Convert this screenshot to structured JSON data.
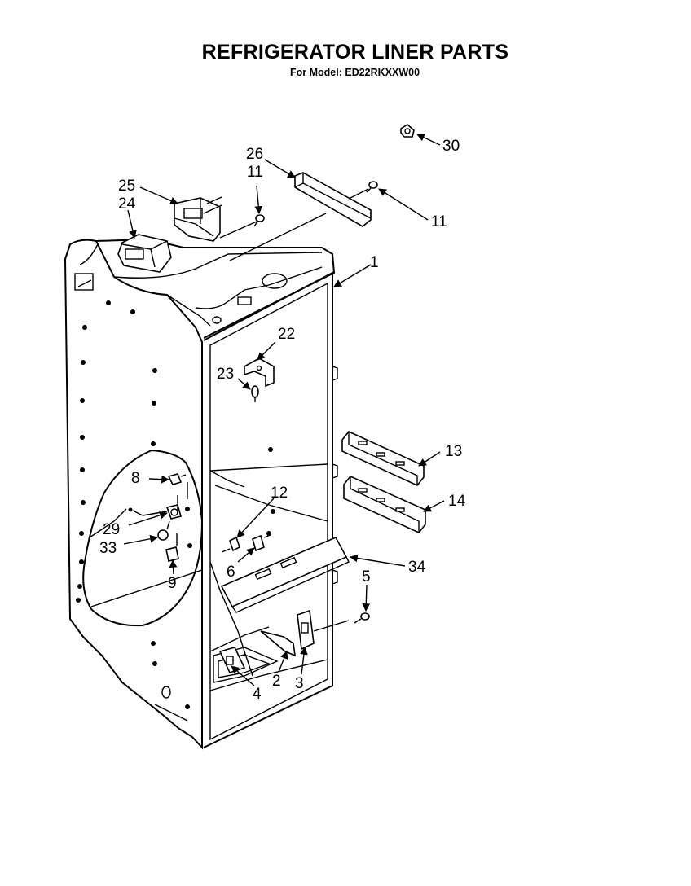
{
  "header": {
    "title": "REFRIGERATOR LINER PARTS",
    "subtitle": "For Model: ED22RKXXW00"
  },
  "callouts": {
    "c30": "30",
    "c26": "26",
    "c11a": "11",
    "c11b": "11",
    "c25": "25",
    "c24": "24",
    "c1": "1",
    "c22": "22",
    "c23": "23",
    "c13": "13",
    "c14": "14",
    "c12": "12",
    "c8": "8",
    "c29": "29",
    "c33": "33",
    "c6": "6",
    "c9": "9",
    "c34": "34",
    "c5": "5",
    "c2": "2",
    "c3": "3",
    "c4": "4"
  }
}
